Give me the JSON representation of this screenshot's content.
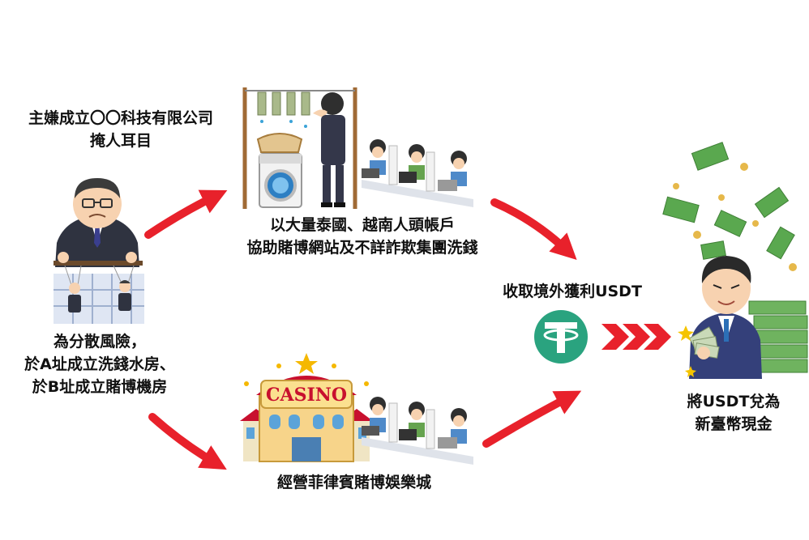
{
  "labels": {
    "company_line1": "主嫌成立〇〇科技有限公司",
    "company_line2": "掩人耳目",
    "risk_line1": "為分散風險，",
    "risk_line2": "於A址成立洗錢水房、",
    "risk_line3": "於B址成立賭博機房",
    "launder_line1": "以大量泰國、越南人頭帳戶",
    "launder_line2": "協助賭博網站及不詳詐欺集團洗錢",
    "casino_label": "經營菲律賓賭博娛樂城",
    "usdt_label": "收取境外獲利USDT",
    "convert_line1": "將USDT兌為",
    "convert_line2": "新臺幣現金"
  },
  "casino_sign": "CASINO",
  "colors": {
    "arrow_red": "#e8212b",
    "tether_green": "#2aa37f",
    "money_green": "#5aa84f"
  }
}
